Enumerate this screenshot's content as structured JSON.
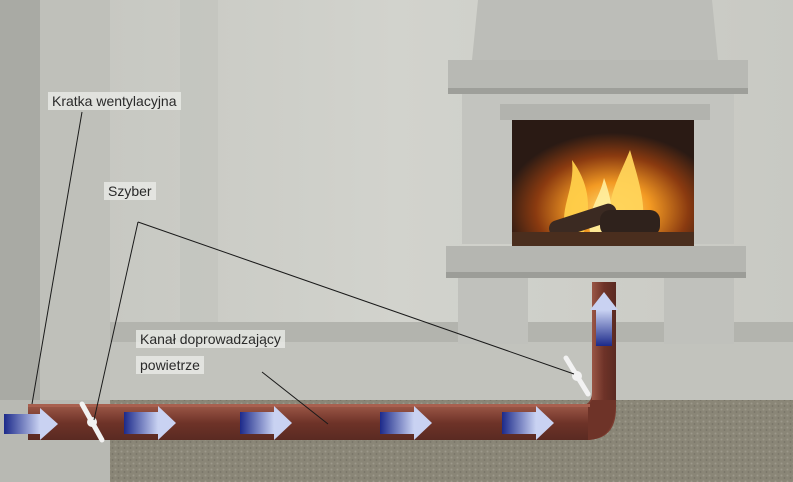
{
  "labels": {
    "vent_grille": "Kratka wentylacyjna",
    "damper": "Szyber",
    "duct_line1": "Kanał doprowadzający",
    "duct_line2": "powietrze"
  },
  "colors": {
    "wall": "#cfd0ca",
    "pillar": "#bcbdb7",
    "fireplace": "#b6b7b2",
    "floor": "#8e8a7d",
    "duct": "#7b3b2f",
    "arrow": "#3a4aa8"
  },
  "icons": [
    "airflow-arrow-icon",
    "damper-valve-icon"
  ]
}
